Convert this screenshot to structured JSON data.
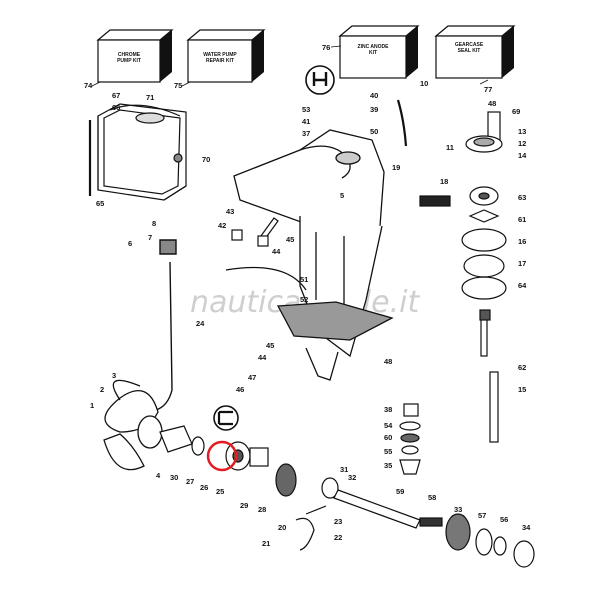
{
  "kits": [
    {
      "line1": "CHROME",
      "line2": "PUMP KIT",
      "num": "74"
    },
    {
      "line1": "WATER PUMP",
      "line2": "REPAIR KIT",
      "num": "75"
    },
    {
      "line1": "ZINC ANODE",
      "line2": "KIT",
      "num": "76"
    },
    {
      "line1": "GEARCASE",
      "line2": "SEAL KIT",
      "num": "77"
    }
  ],
  "watermark": "nauticabasile.it",
  "callouts": [
    "67",
    "66",
    "71",
    "70",
    "65",
    "10",
    "40",
    "39",
    "50",
    "53",
    "41",
    "37",
    "48",
    "69",
    "13",
    "12",
    "14",
    "11",
    "19",
    "18",
    "5",
    "63",
    "61",
    "16",
    "17",
    "64",
    "43",
    "42",
    "45",
    "44",
    "8",
    "7",
    "6",
    "3",
    "51",
    "24",
    "52",
    "45",
    "44",
    "47",
    "46",
    "48",
    "62",
    "15",
    "1",
    "2",
    "4",
    "30",
    "27",
    "26",
    "25",
    "29",
    "28",
    "38",
    "54",
    "60",
    "55",
    "35",
    "31",
    "59",
    "58",
    "32",
    "23",
    "22",
    "20",
    "21",
    "33",
    "57",
    "56",
    "34"
  ],
  "colors": {
    "highlight": "#e31b23",
    "line": "#111111"
  }
}
